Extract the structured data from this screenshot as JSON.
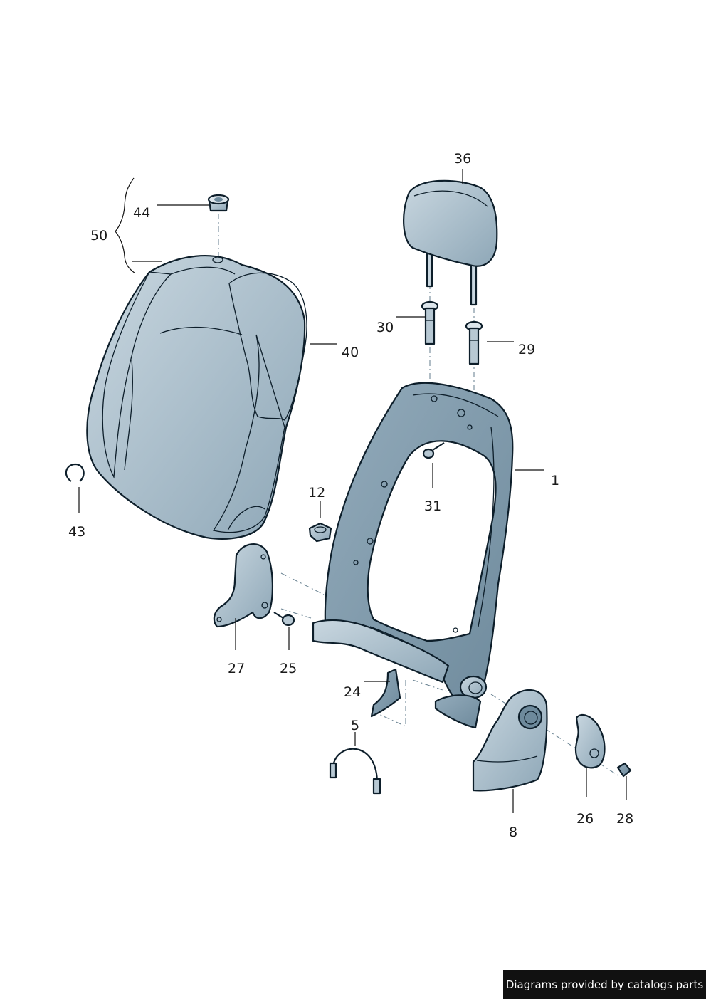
{
  "callouts": {
    "c1": "1",
    "c5": "5",
    "c8": "8",
    "c12": "12",
    "c24": "24",
    "c25": "25",
    "c26": "26",
    "c27": "27",
    "c28": "28",
    "c29": "29",
    "c30": "30",
    "c31": "31",
    "c36": "36",
    "c40": "40",
    "c43": "43",
    "c44": "44",
    "c50": "50"
  },
  "credit": "Diagrams provided by catalogs parts",
  "colors": {
    "part_fill": "#9fb6c5",
    "part_light": "#c9d7e0",
    "part_dark": "#6e8a9c",
    "outline": "#0d1e2a"
  }
}
